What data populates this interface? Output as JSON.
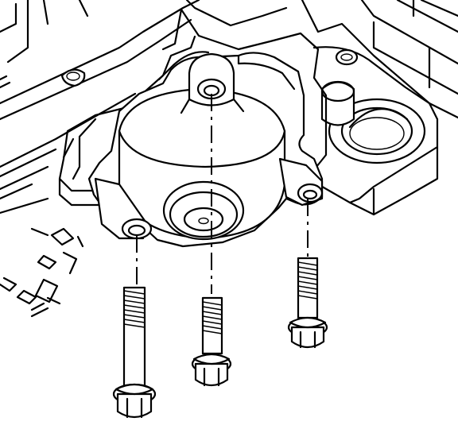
{
  "figure": {
    "parts": [
      {
        "name": "housing-body",
        "icon": "casting-icon"
      },
      {
        "name": "accumulator-cover",
        "icon": "cylindrical-cover-icon"
      },
      {
        "name": "bolt-left",
        "icon": "flange-bolt-icon"
      },
      {
        "name": "bolt-center",
        "icon": "flange-bolt-icon"
      },
      {
        "name": "bolt-right",
        "icon": "flange-bolt-icon"
      }
    ],
    "colors": {
      "stroke": "#000000",
      "background": "#ffffff"
    }
  }
}
